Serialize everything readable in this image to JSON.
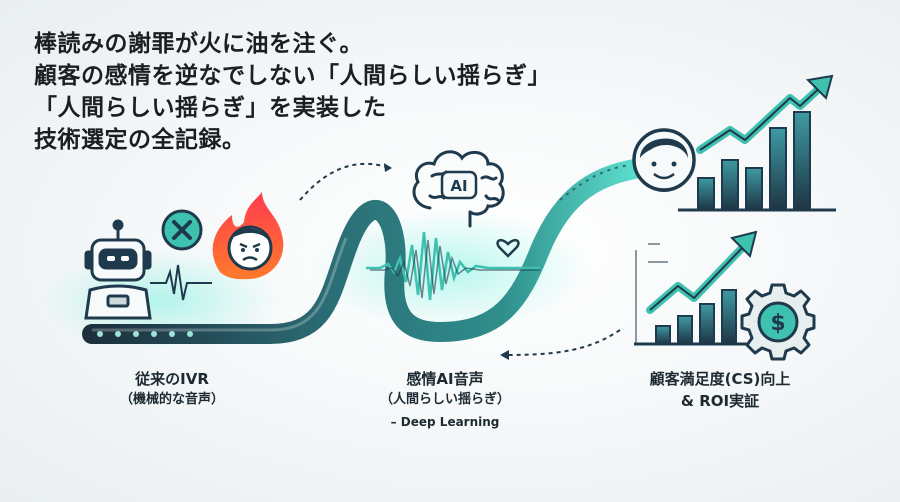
{
  "headline": {
    "line1": "棒読みの謝罪が火に油を注ぐ。",
    "line2": "顧客の感情を逆なでしない「人間らしい揺らぎ」",
    "line3": "「人間らしい揺らぎ」を実装した",
    "line4": "技術選定の全記録。"
  },
  "stages": [
    {
      "title": "従来のIVR",
      "subtitle": "（機械的な音声）"
    },
    {
      "title": "感情AI音声",
      "subtitle": "（人間らしい揺らぎ）",
      "note": "– Deep Learning"
    },
    {
      "title": "顧客満足度(CS)向上",
      "subtitle": "& ROI実証"
    }
  ],
  "icons": {
    "brain_badge": "AI",
    "coin_symbol": "$"
  },
  "colors": {
    "teal": "#3fc1b0",
    "navy": "#1f3a4d",
    "dark": "#1b1f22",
    "flame": "#ff5a3c"
  }
}
